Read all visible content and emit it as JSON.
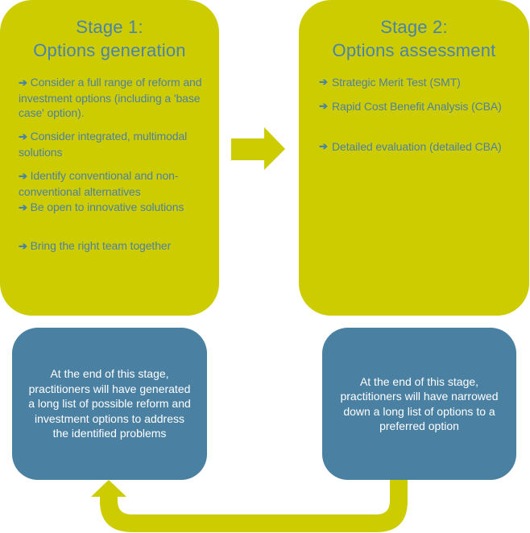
{
  "colors": {
    "stage_fill": "#cccc00",
    "stage_text": "#4b84a8",
    "outcome_fill": "#4a80a2",
    "outcome_text": "#ffffff",
    "arrow_fill": "#cccc00"
  },
  "stage1": {
    "title_line1": "Stage 1:",
    "title_line2": "Options generation",
    "bullet_icon": "right-arrow-icon",
    "bullet_glyph": "➔",
    "items": [
      "Consider a full range of reform and investment options (including a 'base case' option).",
      "Consider integrated, multimodal solutions",
      "Identify conventional and non-conventional alternatives",
      "Be open to innovative solutions",
      "Bring the right team together"
    ]
  },
  "stage2": {
    "title_line1": "Stage 2:",
    "title_line2": "Options assessment",
    "bullet_icon": "right-arrow-icon",
    "bullet_glyph": "➔",
    "items": [
      "Strategic Merit Test (SMT)",
      "Rapid Cost Benefit Analysis (CBA)",
      "Detailed evaluation (detailed CBA)"
    ]
  },
  "outcome1": {
    "text": "At the end of this stage, practitioners will have generated a long list of possible reform and investment options to address the identified problems"
  },
  "outcome2": {
    "text": "At the end of this stage, practitioners will have narrowed down a long list of options to a preferred option"
  },
  "connectors": {
    "forward_arrow": "stage1-to-stage2",
    "return_arrow": "stage2-outcome-back-to-stage1-outcome"
  }
}
